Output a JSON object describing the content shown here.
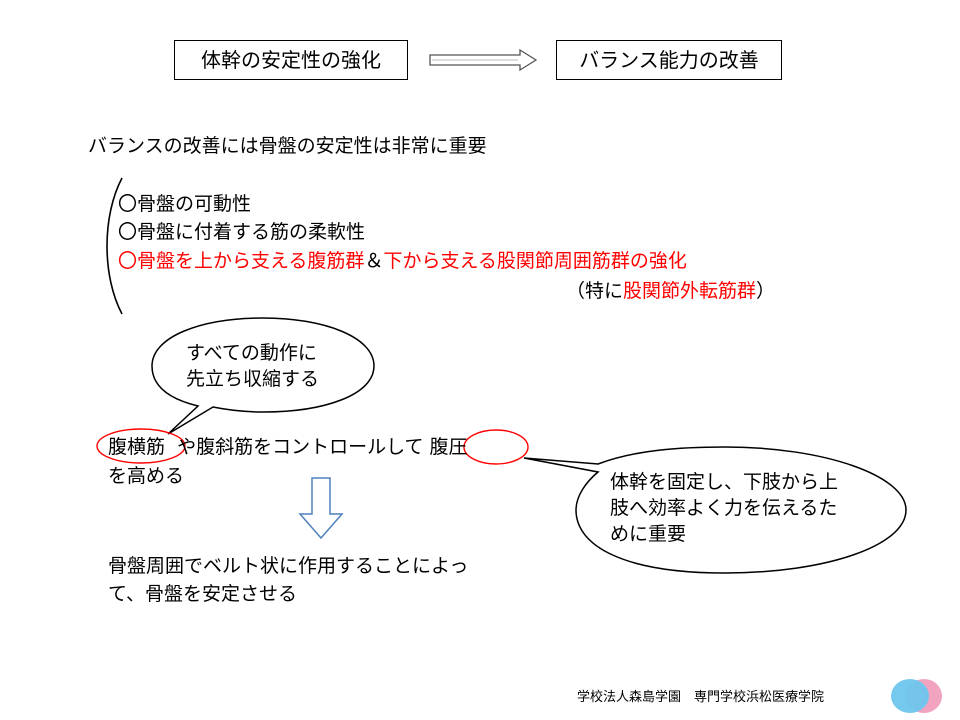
{
  "top_boxes": {
    "left": "体幹の安定性の強化",
    "right": "バランス能力の改善"
  },
  "heading": "バランスの改善には骨盤の安定性は非常に重要",
  "list": {
    "item1": "〇骨盤の可動性",
    "item2": "〇骨盤に付着する筋の柔軟性",
    "item3": {
      "part1": "〇骨盤を上から支える腹筋群",
      "amp": "＆",
      "part2": "下から支える股関節周囲筋群の強化"
    },
    "note": {
      "open": "（特に",
      "highlight": "股関節外転筋群",
      "close": "）"
    }
  },
  "bubble_left": {
    "line1": "すべての動作に",
    "line2": "先立ち収縮する"
  },
  "bubble_right": {
    "line1": "体幹を固定し、下肢から上",
    "line2": "肢へ効率よく力を伝えるた",
    "line3": "めに重要"
  },
  "main_sentence": {
    "circled1": "腹横筋",
    "middle": "や腹斜筋をコントロールして",
    "circled2": "腹圧",
    "line2": "を高める"
  },
  "result": {
    "line1": "骨盤周囲でベルト状に作用することによっ",
    "line2": "て、骨盤を安定させる"
  },
  "footer": {
    "text": "学校法人森島学園　専門学校浜松医療学院",
    "logo_colors": [
      "#6ec6ee",
      "#f2a3bf"
    ]
  },
  "colors": {
    "highlight_red": "#ff0000",
    "arrow_blue": "#4f81bd"
  }
}
